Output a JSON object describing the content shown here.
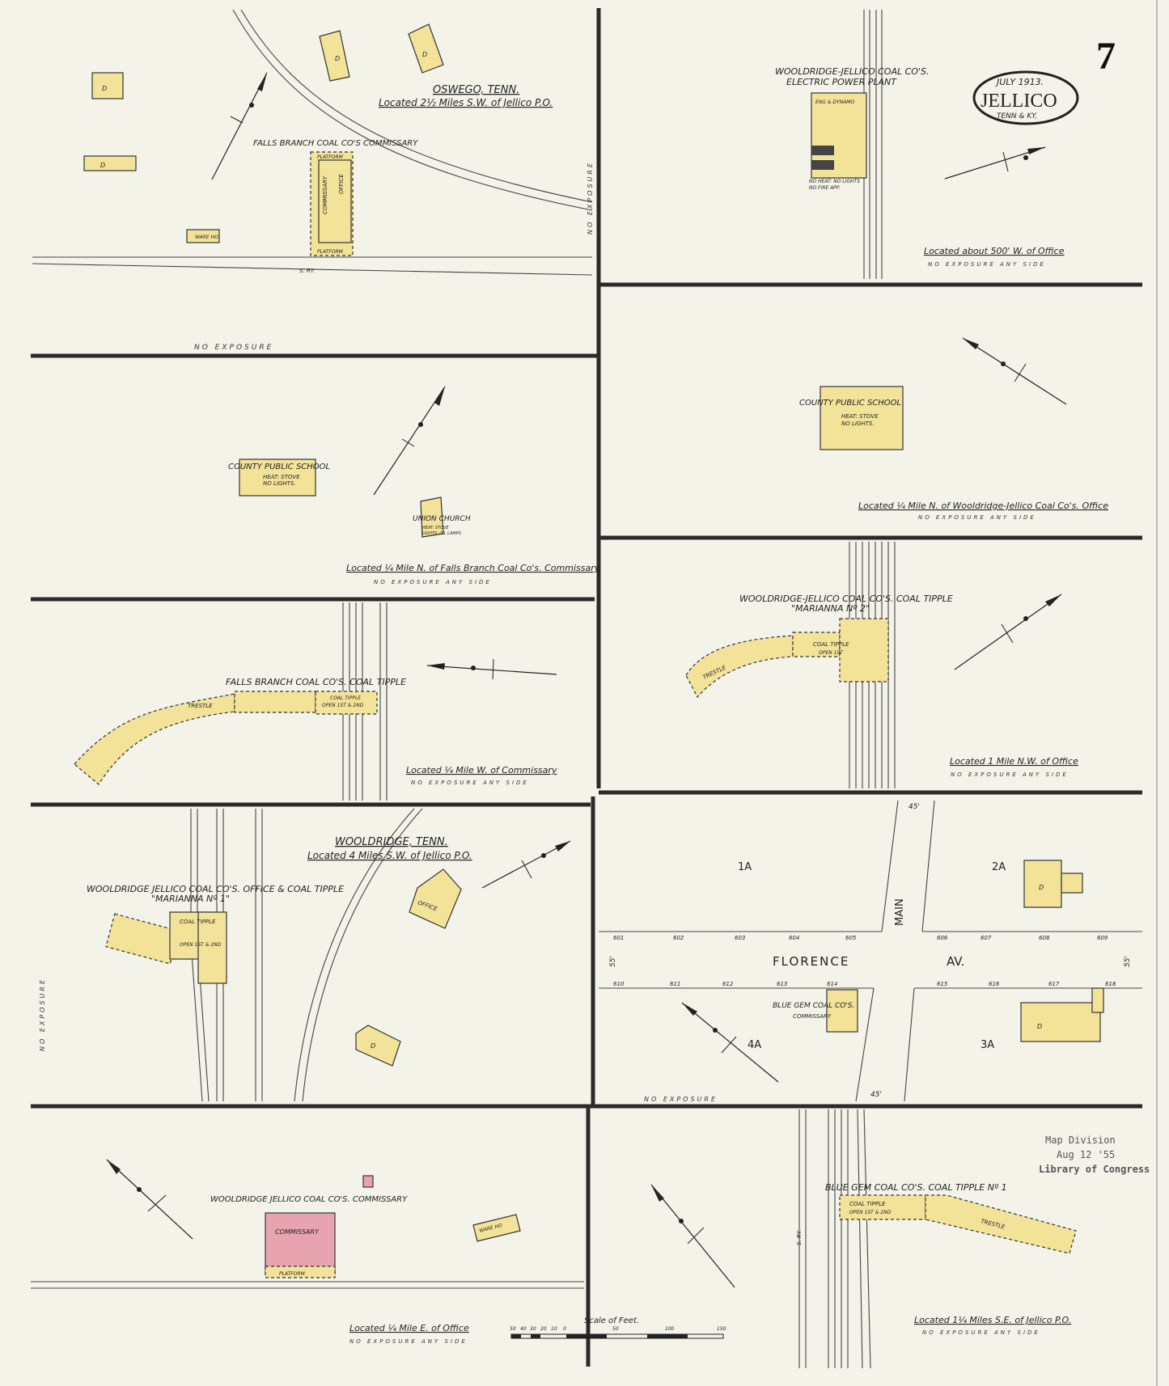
{
  "sheet": {
    "number": "7",
    "date": "JULY 1913.",
    "town": "JELLICO",
    "state": "TENN & KY."
  },
  "panels": {
    "oswego": {
      "place": "OSWEGO, TENN.",
      "location": "Located 2½ Miles S.W. of Jellico P.O.",
      "commissary_title": "FALLS BRANCH COAL CO'S COMMISSARY",
      "commissary": "COMMISSARY",
      "office": "OFFICE",
      "platform": "PLATFORM",
      "ware_ho": "WARE HO",
      "ry": "S. RY.",
      "exposure_bottom": "NO EXPOSURE",
      "exposure_side": "NO EXPOSURE"
    },
    "power_plant": {
      "title_1": "WOOLDRIDGE-JELLICO COAL CO'S.",
      "title_2": "ELECTRIC POWER PLANT",
      "eng_dynamo": "ENG & DYNAMO",
      "no_heat": "NO HEAT: NO LIGHTS",
      "no_fire": "NO FIRE APP.",
      "location": "Located about 500' W. of Office",
      "exposure": "NO EXPOSURE ANY SIDE"
    },
    "school_left": {
      "title": "COUNTY PUBLIC SCHOOL",
      "heat": "HEAT: STOVE",
      "lights": "NO LIGHTS.",
      "church": "UNION CHURCH",
      "church_note_1": "HEAT: STOVE",
      "church_note_2": "LIGHTS: OIL LAMPS",
      "location": "Located ¼ Mile N. of Falls Branch Coal Co's. Commissary",
      "exposure": "NO EXPOSURE ANY SIDE"
    },
    "school_right": {
      "title": "COUNTY PUBLIC SCHOOL",
      "heat": "HEAT: STOVE",
      "lights": "NO LIGHTS.",
      "location": "Located ¼ Mile N. of Wooldridge-Jellico Coal Co's. Office",
      "exposure": "NO EXPOSURE ANY SIDE"
    },
    "falls_tipple": {
      "title": "FALLS BRANCH COAL CO'S. COAL TIPPLE",
      "tipple": "COAL TIPPLE",
      "open": "OPEN 1ST & 2ND",
      "trestle": "TRESTLE",
      "location": "Located ¼ Mile W. of Commissary",
      "exposure": "NO EXPOSURE ANY SIDE"
    },
    "marianna2": {
      "title_1": "WOOLDRIDGE-JELLICO COAL CO'S. COAL TIPPLE",
      "title_2": "\"MARIANNA Nº 2\"",
      "tipple": "COAL TIPPLE",
      "open": "OPEN 1ST",
      "trestle": "TRESTLE",
      "location": "Located 1 Mile N.W. of Office",
      "exposure": "NO EXPOSURE ANY SIDE"
    },
    "wooldridge": {
      "place": "WOOLDRIDGE, TENN.",
      "location": "Located 4 Miles S.W. of Jellico P.O.",
      "title_1": "WOOLDRIDGE JELLICO COAL CO'S. OFFICE & COAL TIPPLE",
      "title_2": "\"MARIANNA Nº 1\"",
      "tipple": "COAL TIPPLE",
      "open": "OPEN 1ST & 2ND",
      "office": "OFFICE",
      "exposure_side": "NO EXPOSURE"
    },
    "florence": {
      "street_main": "MAIN",
      "street_florence": "FLORENCE",
      "street_av": "AV.",
      "blocks": [
        "1A",
        "2A",
        "3A",
        "4A"
      ],
      "numbers_top": [
        "601",
        "602",
        "603",
        "604",
        "605",
        "606",
        "607",
        "608",
        "609"
      ],
      "numbers_bottom": [
        "610",
        "611",
        "612",
        "613",
        "614",
        "615",
        "616",
        "617",
        "618"
      ],
      "width_label": "45'",
      "width_label_side": "55'",
      "blue_gem_1": "BLUE GEM COAL CO'S.",
      "blue_gem_2": "COMMISSARY",
      "exposure": "NO EXPOSURE"
    },
    "commissary_bottom": {
      "title": "WOOLDRIDGE JELLICO COAL CO'S. COMMISSARY",
      "commissary": "COMMISSARY",
      "platform": "PLATFORM",
      "ware_ho": "WARE HO",
      "location": "Located ¼ Mile E. of Office",
      "exposure": "NO EXPOSURE ANY SIDE"
    },
    "blue_gem_tipple": {
      "title": "BLUE GEM COAL CO'S. COAL TIPPLE Nº 1",
      "tipple": "COAL TIPPLE",
      "open": "OPEN 1ST & 2ND",
      "trestle": "TRESTLE",
      "ry": "S. RY.",
      "location": "Located 1¼ Miles S.E. of Jellico P.O.",
      "exposure": "NO EXPOSURE ANY SIDE"
    }
  },
  "scale": {
    "title": "Scale of Feet.",
    "ticks": [
      "50",
      "40",
      "30",
      "20",
      "10",
      "0",
      "50",
      "100",
      "150"
    ]
  },
  "stamp": {
    "line1": "Map Division",
    "line2": "Aug 12 '55",
    "line3": "Library of Congress"
  }
}
